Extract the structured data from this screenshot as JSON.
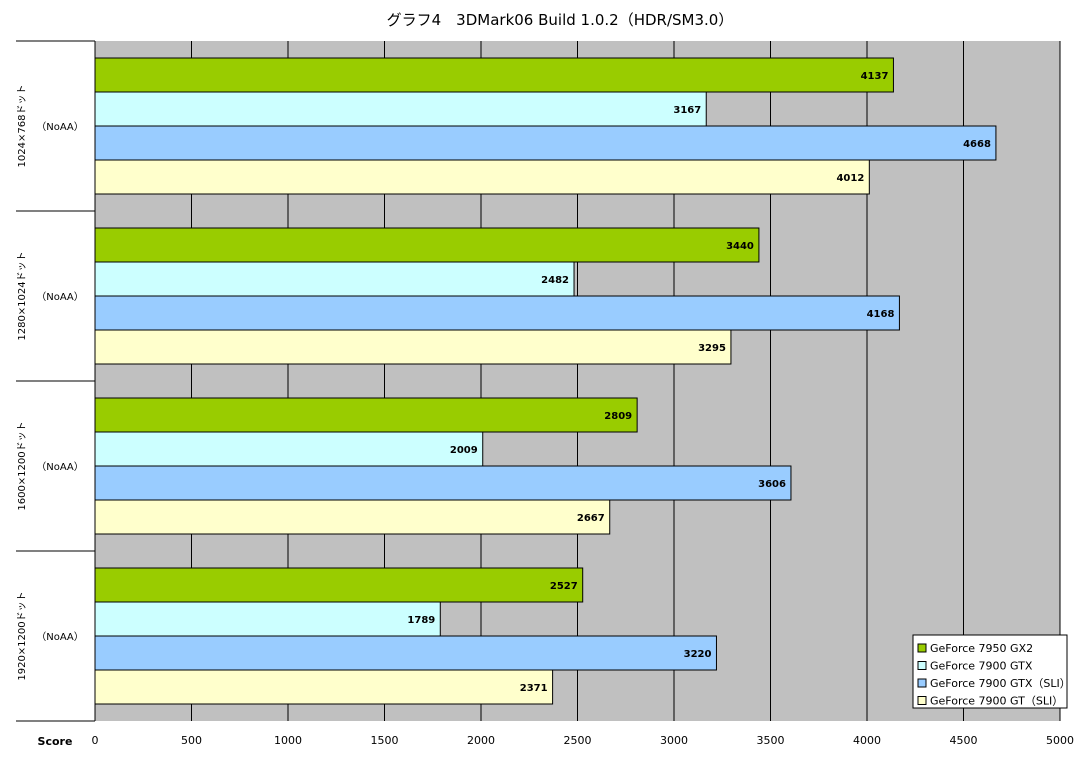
{
  "chart_data": {
    "type": "bar",
    "orientation": "horizontal",
    "title": "グラフ4　3DMark06 Build 1.0.2（HDR/SM3.0）",
    "xlabel": "Score",
    "xlim": [
      0,
      5000
    ],
    "xticks": [
      0,
      500,
      1000,
      1500,
      2000,
      2500,
      3000,
      3500,
      4000,
      4500,
      5000
    ],
    "grid": true,
    "legend_position": "bottom-right",
    "categories": [
      {
        "resolution": "1024×768ドット",
        "aa": "（NoAA）"
      },
      {
        "resolution": "1280×1024ドット",
        "aa": "（NoAA）"
      },
      {
        "resolution": "1600×1200ドット",
        "aa": "（NoAA）"
      },
      {
        "resolution": "1920×1200ドット",
        "aa": "（NoAA）"
      }
    ],
    "series": [
      {
        "name": "GeForce 7950 GX2",
        "color": "#99cc00",
        "values": [
          4137,
          3440,
          2809,
          2527
        ]
      },
      {
        "name": "GeForce 7900 GTX",
        "color": "#ccffff",
        "values": [
          3167,
          2482,
          2009,
          1789
        ]
      },
      {
        "name": "GeForce 7900 GTX（SLI）",
        "color": "#99ccff",
        "values": [
          4668,
          4168,
          3606,
          3220
        ]
      },
      {
        "name": "GeForce 7900 GT（SLI）",
        "color": "#ffffcc",
        "values": [
          4012,
          3295,
          2667,
          2371
        ]
      }
    ],
    "colors": {
      "plot_background": "#c0c0c0",
      "grid": "#000000"
    }
  }
}
